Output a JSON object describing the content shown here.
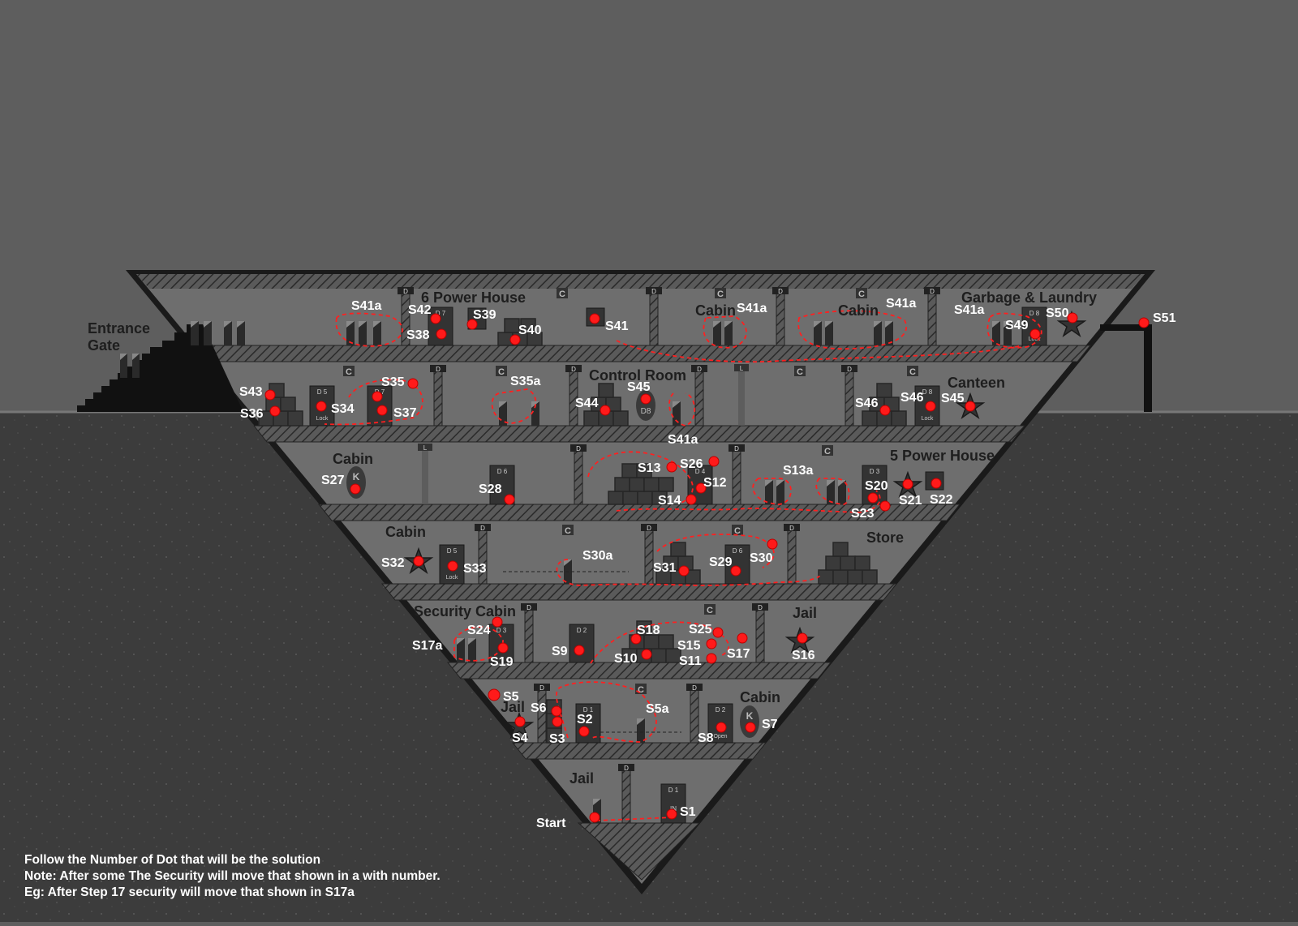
{
  "level": {
    "floors": [
      {
        "rooms": [
          "6 Power House",
          "Cabin",
          "Cabin",
          "Garbage & Laundry"
        ]
      },
      {
        "rooms": [
          "Control Room",
          "Canteen"
        ]
      },
      {
        "rooms": [
          "Cabin",
          "5 Power House"
        ]
      },
      {
        "rooms": [
          "Cabin",
          "Store"
        ]
      },
      {
        "rooms": [
          "Security Cabin",
          "Jail"
        ]
      },
      {
        "rooms": [
          "Jail",
          "Cabin"
        ]
      },
      {
        "rooms": [
          "Jail"
        ]
      }
    ],
    "entrance_label_1": "Entrance",
    "entrance_label_2": "Gate",
    "start_label": "Start"
  },
  "markers": {
    "door_letter": "D",
    "camera_letter": "C",
    "lever_letter": "L",
    "key_letter": "K",
    "lock_text": "Lock",
    "open_text": "Open",
    "in_text": "IN",
    "d1": "D 1",
    "d2": "D 2",
    "d3": "D 3",
    "d4": "D 4",
    "d5": "D 5",
    "d6": "D 6",
    "d7": "D 7",
    "d8": "D 8",
    "d8_oval": "D8"
  },
  "steps": {
    "s1": "S1",
    "s2": "S2",
    "s3": "S3",
    "s4": "S4",
    "s5": "S5",
    "s5a": "S5a",
    "s6": "S6",
    "s7": "S7",
    "s8": "S8",
    "s9": "S9",
    "s10": "S10",
    "s11": "S11",
    "s12": "S12",
    "s13": "S13",
    "s13a": "S13a",
    "s14": "S14",
    "s15": "S15",
    "s16": "S16",
    "s17": "S17",
    "s17a": "S17a",
    "s18": "S18",
    "s19": "S19",
    "s20": "S20",
    "s21": "S21",
    "s22": "S22",
    "s23": "S23",
    "s24": "S24",
    "s25": "S25",
    "s26": "S26",
    "s27": "S27",
    "s28": "S28",
    "s29": "S29",
    "s30": "S30",
    "s30a": "S30a",
    "s31": "S31",
    "s32": "S32",
    "s33": "S33",
    "s34": "S34",
    "s35": "S35",
    "s35a": "S35a",
    "s36": "S36",
    "s37": "S37",
    "s38": "S38",
    "s39": "S39",
    "s40": "S40",
    "s41": "S41",
    "s41a": "S41a",
    "s42": "S42",
    "s43": "S43",
    "s44": "S44",
    "s45": "S45",
    "s46": "S46",
    "s49": "S49",
    "s50": "S50",
    "s51": "S51"
  },
  "notes": [
    "Follow the Number of Dot that will be the solution",
    "Note: After some The Security will move that shown in a with number.",
    "Eg: After Step 17 security will move that shown in S17a"
  ],
  "colors": {
    "sky": "#5e5e5e",
    "ground": "#3c3c3c",
    "interior": "#6e6e6e",
    "hatch": "#4a4a4a",
    "dot": "#ff1a1a",
    "path": "#ff2020"
  }
}
